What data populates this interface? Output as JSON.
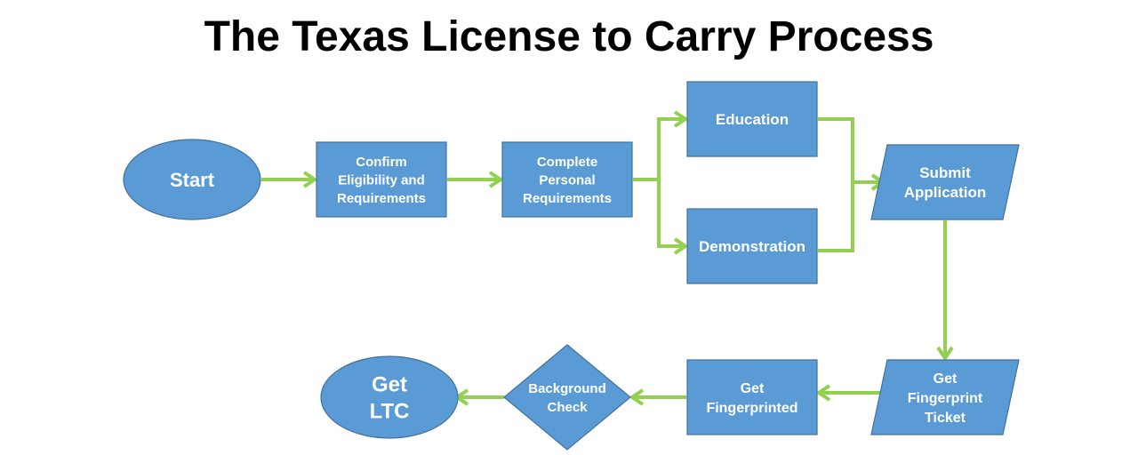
{
  "title": "The Texas License to Carry Process",
  "colors": {
    "node_fill": "#5B9BD5",
    "node_stroke": "#41719C",
    "connector": "#92D050",
    "text": "#FFFFFF"
  },
  "nodes": {
    "start": {
      "lines": [
        "Start"
      ],
      "shape": "ellipse"
    },
    "confirm": {
      "lines": [
        "Confirm",
        "Eligibility and",
        "Requirements"
      ],
      "shape": "rectangle"
    },
    "personal": {
      "lines": [
        "Complete",
        "Personal",
        "Requirements"
      ],
      "shape": "rectangle"
    },
    "education": {
      "lines": [
        "Education"
      ],
      "shape": "rectangle"
    },
    "demonstration": {
      "lines": [
        "Demonstration"
      ],
      "shape": "rectangle"
    },
    "submit": {
      "lines": [
        "Submit",
        "Application"
      ],
      "shape": "parallelogram"
    },
    "ticket": {
      "lines": [
        "Get",
        "Fingerprint",
        "Ticket"
      ],
      "shape": "parallelogram"
    },
    "fingerprinted": {
      "lines": [
        "Get",
        "Fingerprinted"
      ],
      "shape": "rectangle"
    },
    "background": {
      "lines": [
        "Background",
        "Check"
      ],
      "shape": "diamond"
    },
    "ltc": {
      "lines": [
        "Get",
        "LTC"
      ],
      "shape": "ellipse"
    }
  },
  "edges": [
    [
      "start",
      "confirm"
    ],
    [
      "confirm",
      "personal"
    ],
    [
      "personal",
      "education"
    ],
    [
      "personal",
      "demonstration"
    ],
    [
      "education",
      "submit"
    ],
    [
      "demonstration",
      "submit"
    ],
    [
      "submit",
      "ticket"
    ],
    [
      "ticket",
      "fingerprinted"
    ],
    [
      "fingerprinted",
      "background"
    ],
    [
      "background",
      "ltc"
    ]
  ]
}
